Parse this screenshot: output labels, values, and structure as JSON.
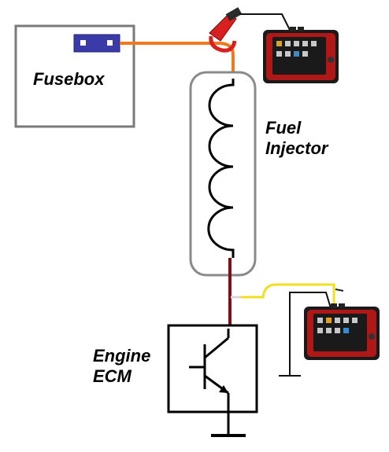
{
  "labels": {
    "fusebox": "Fusebox",
    "injector_line1": "Fuel",
    "injector_line2": "Injector",
    "ecm_line1": "Engine",
    "ecm_line2": "ECM"
  },
  "components": [
    {
      "name": "fusebox",
      "icon": "fuse-icon"
    },
    {
      "name": "fuel-injector",
      "icon": "solenoid-coil-icon"
    },
    {
      "name": "engine-ecm",
      "icon": "transistor-icon"
    },
    {
      "name": "scope-top",
      "icon": "diagnostic-scope-icon"
    },
    {
      "name": "scope-bottom",
      "icon": "diagnostic-scope-icon"
    },
    {
      "name": "current-clamp",
      "icon": "current-clamp-icon"
    },
    {
      "name": "ground",
      "icon": "ground-symbol-icon"
    }
  ],
  "colors": {
    "supply_wire": "#f07820",
    "control_wire": "#7a1018",
    "probe_lead": "#f0e020",
    "clamp": "#d82020",
    "fuse": "#3a3aa8",
    "box_outline": "#7a7a7a",
    "injector_outline": "#8a8a8a",
    "scope_body": "#b01818",
    "scope_screen": "#1a1a1a"
  }
}
